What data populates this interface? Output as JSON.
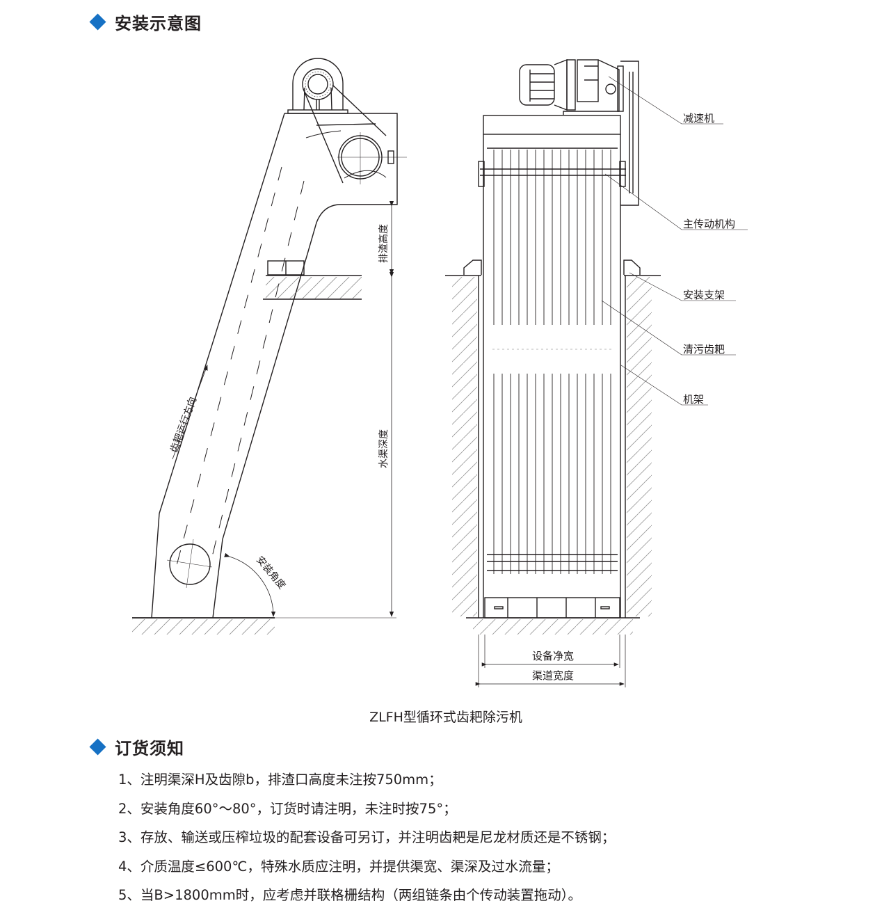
{
  "sections": {
    "installation": {
      "title": "安装示意图",
      "icon": "diamond-bullet-icon",
      "accent": "#1671c4"
    },
    "ordering": {
      "title": "订货须知",
      "icon": "diamond-bullet-icon",
      "accent": "#1671c4"
    }
  },
  "drawing": {
    "side_view_labels": {
      "discharge_height": "排渣高度",
      "channel_depth": "水渠深度",
      "rake_direction": "齿耙运行方向",
      "install_angle": "安装角度"
    },
    "front_view_callouts": [
      {
        "label": "减速机"
      },
      {
        "label": "主传动机构"
      },
      {
        "label": "安装支架"
      },
      {
        "label": "清污齿耙"
      },
      {
        "label": "机架"
      }
    ],
    "dimensions": {
      "equipment_width": "设备净宽",
      "channel_width": "渠道宽度"
    },
    "caption": "ZLFH型循环式齿耙除污机"
  },
  "notes": [
    "1、注明渠深H及齿隙b，排渣口高度未注按750mm；",
    "2、安装角度60°～80°，订货时请注明，未注时按75°；",
    "3、存放、输送或压榨垃圾的配套设备可另订，并注明齿耙是尼龙材质还是不锈钢；",
    "4、介质温度≤600℃，特殊水质应注明，并提供渠宽、渠深及过水流量；",
    "5、当B>1800mm时，应考虑并联格栅结构（两组链条由个传动装置拖动）。"
  ]
}
